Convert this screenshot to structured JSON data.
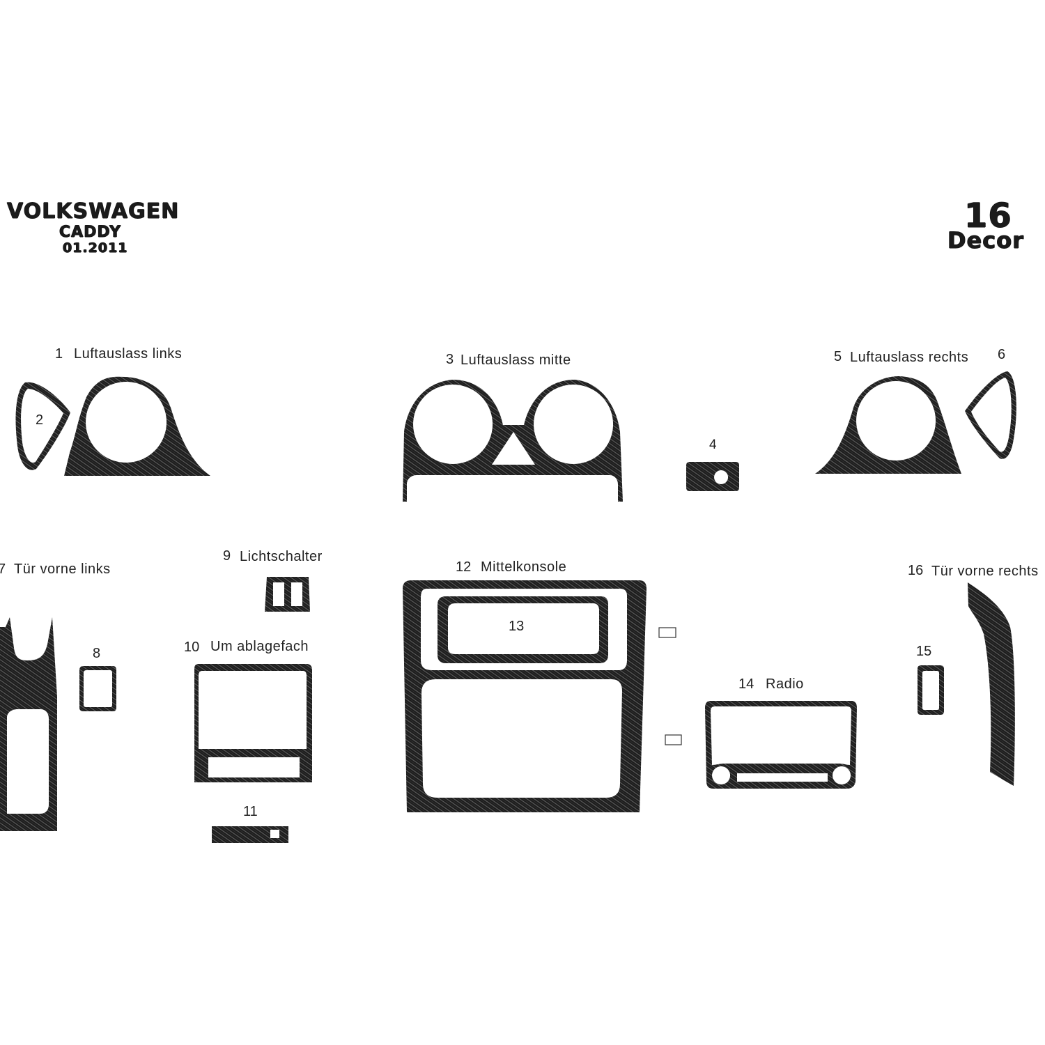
{
  "header": {
    "brand": "VOLKSWAGEN",
    "model": "CADDY",
    "date": "01.2011",
    "count": "16",
    "count_label": "Decor"
  },
  "parts": [
    {
      "no": "1",
      "name": "Luftauslass links"
    },
    {
      "no": "2",
      "name": ""
    },
    {
      "no": "3",
      "name": "Luftauslass mitte"
    },
    {
      "no": "4",
      "name": ""
    },
    {
      "no": "5",
      "name": "Luftauslass rechts"
    },
    {
      "no": "6",
      "name": ""
    },
    {
      "no": "7",
      "name": "Tür vorne links"
    },
    {
      "no": "8",
      "name": ""
    },
    {
      "no": "9",
      "name": "Lichtschalter"
    },
    {
      "no": "10",
      "name": "Um ablagefach"
    },
    {
      "no": "11",
      "name": ""
    },
    {
      "no": "12",
      "name": "Mittelkonsole"
    },
    {
      "no": "13",
      "name": ""
    },
    {
      "no": "14",
      "name": "Radio"
    },
    {
      "no": "15",
      "name": ""
    },
    {
      "no": "16",
      "name": "Tür vorne rechts"
    }
  ],
  "colors": {
    "carbon": "#1e1e1e",
    "carbon_light": "#5a5a5a",
    "background": "#ffffff"
  }
}
